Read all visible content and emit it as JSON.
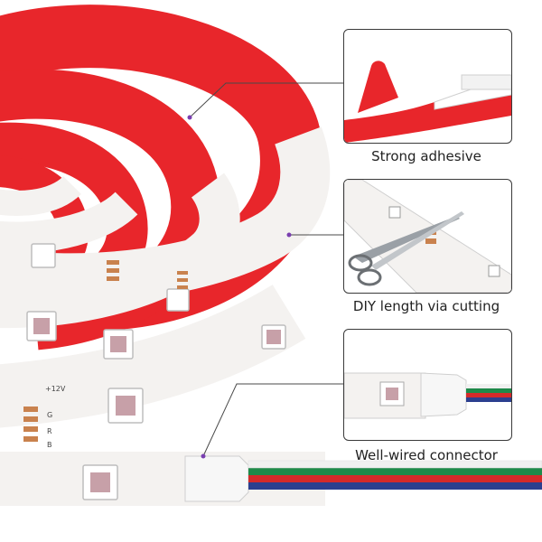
{
  "callouts": [
    {
      "caption": "Strong adhesive",
      "icon": "adhesive-backing"
    },
    {
      "caption": "DIY length via cutting",
      "icon": "scissors"
    },
    {
      "caption": "Well-wired connector",
      "icon": "connector"
    }
  ],
  "strip_labels": {
    "voltage": "+12V",
    "g": "G",
    "r": "R",
    "b": "B"
  },
  "colors": {
    "adhesive": "#e8262b",
    "strip": "#f4f2f0",
    "wire_green": "#1e8a4a",
    "wire_red": "#d42a2a",
    "wire_blue": "#2b3f8f",
    "wire_white": "#f0f0f0",
    "leader_line": "#4a4a4a",
    "dot": "#7a3fb0"
  }
}
